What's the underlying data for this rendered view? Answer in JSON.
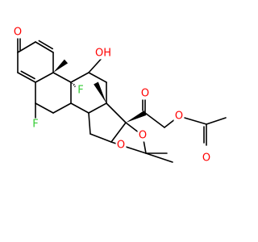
{
  "molecule": {
    "atoms": [
      {
        "id": "o3",
        "text": "O",
        "color": "#ff0000"
      },
      {
        "id": "f9",
        "text": "F",
        "color": "#33cc33"
      },
      {
        "id": "oh11",
        "text": "OH",
        "color": "#ff0000"
      },
      {
        "id": "o20",
        "text": "O",
        "color": "#ff0000"
      },
      {
        "id": "o21",
        "text": "O",
        "color": "#ff0000"
      },
      {
        "id": "o_ester",
        "text": "O",
        "color": "#ff0000"
      },
      {
        "id": "f6",
        "text": "F",
        "color": "#33cc33"
      },
      {
        "id": "o16",
        "text": "O",
        "color": "#ff0000"
      },
      {
        "id": "o17",
        "text": "O",
        "color": "#ff0000"
      }
    ]
  }
}
